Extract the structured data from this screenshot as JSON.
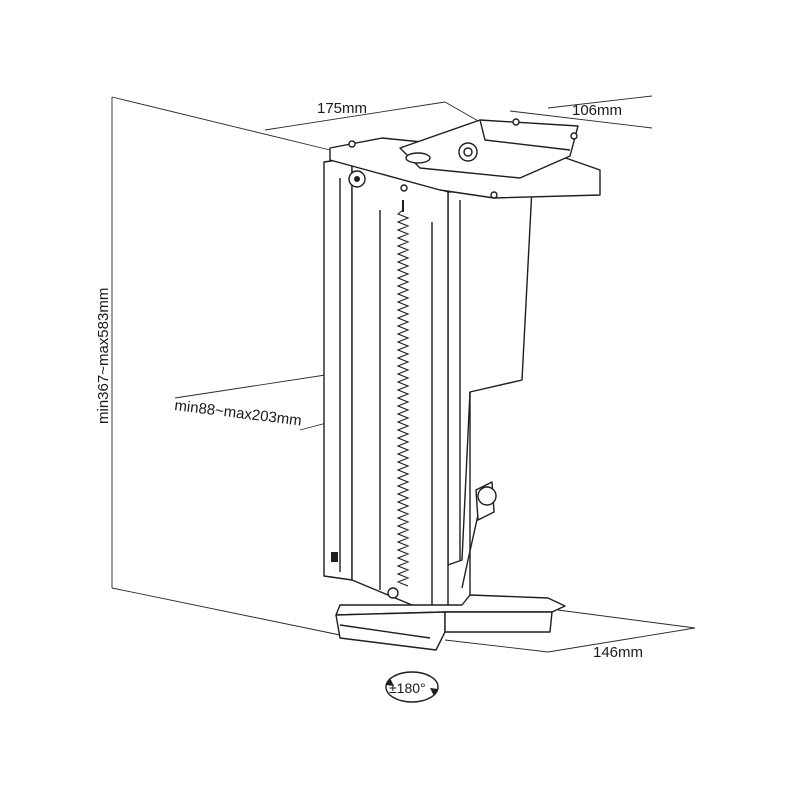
{
  "diagram": {
    "dimensions": {
      "width_top": "175mm",
      "depth_top": "106mm",
      "height_range": "min367~max583mm",
      "width_range": "min88~max203mm",
      "depth_bottom": "146mm",
      "rotation": "±180°"
    },
    "colors": {
      "line": "#1e1e1e",
      "background": "#ffffff",
      "shade": "#e9e9e9"
    }
  }
}
